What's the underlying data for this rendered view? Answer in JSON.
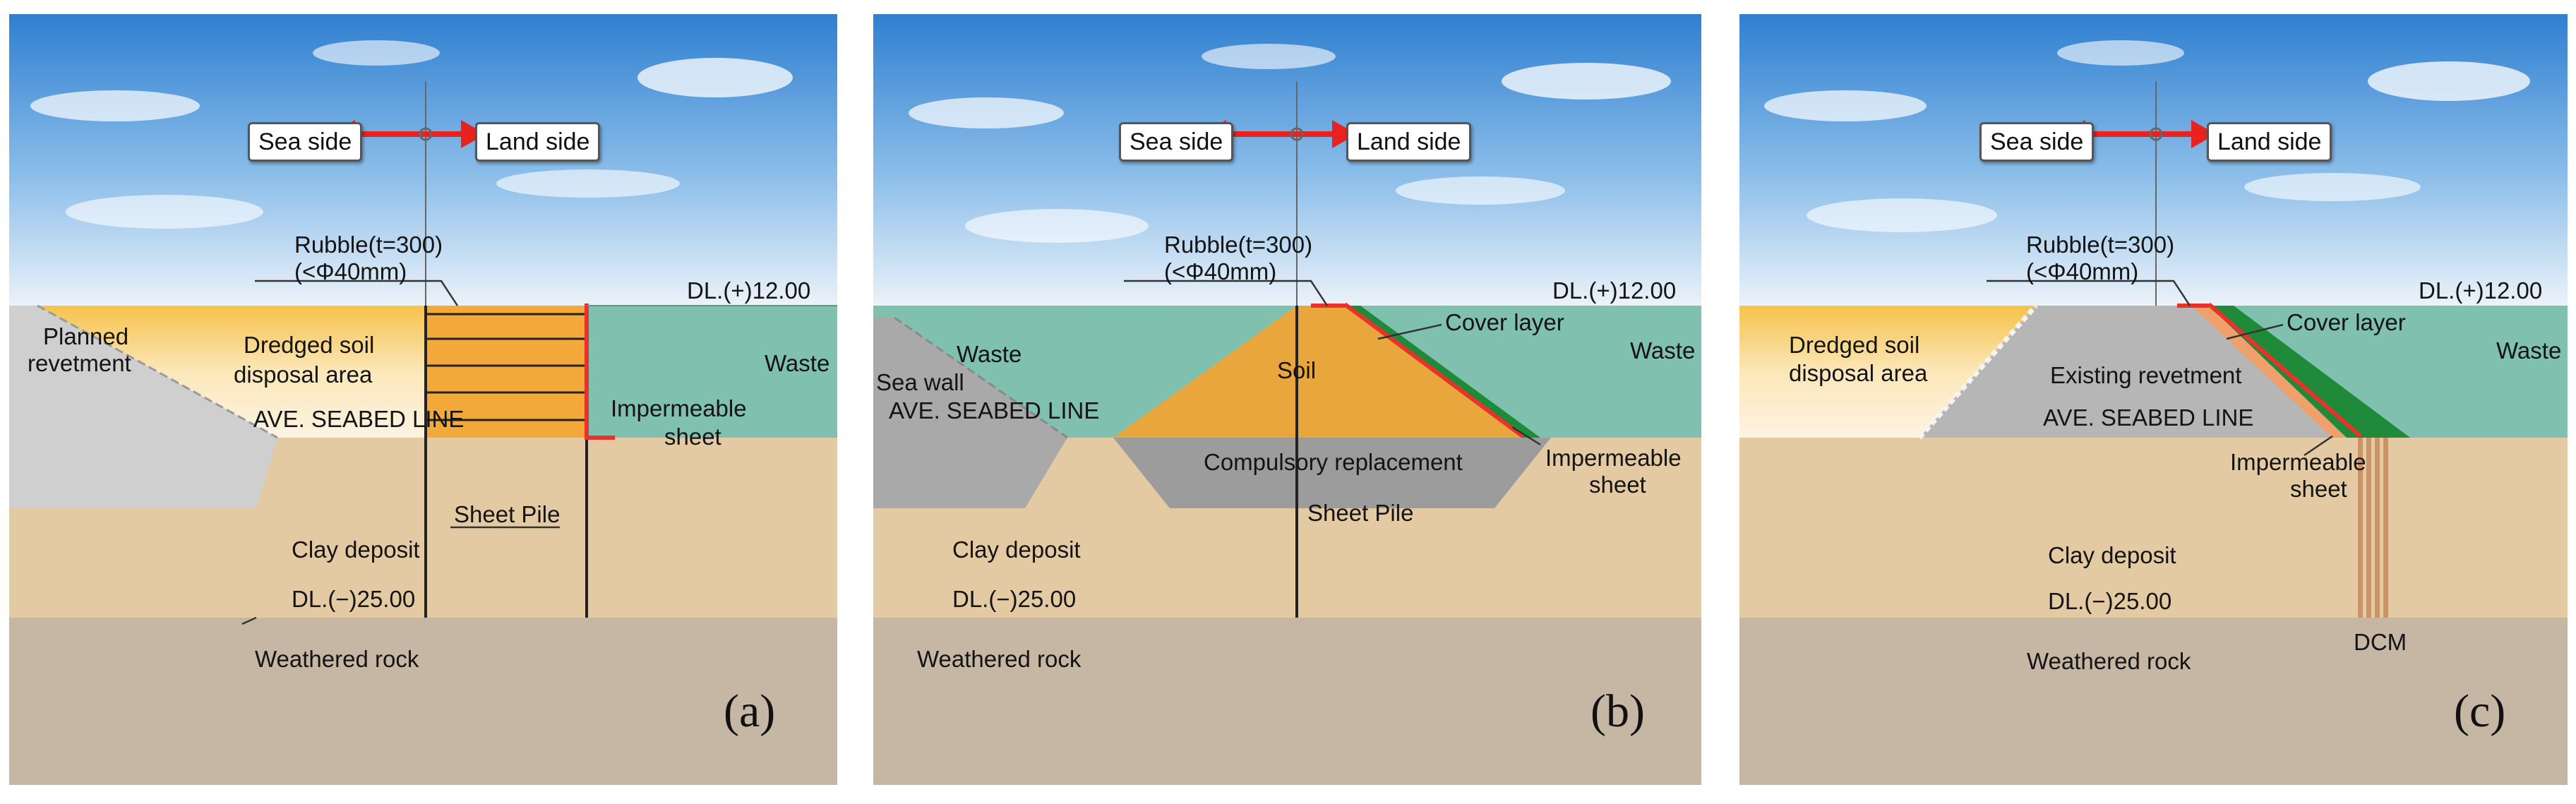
{
  "orientation": {
    "sea": "Sea side",
    "land": "Land side"
  },
  "common": {
    "rubble": "Rubble(t=300)",
    "rubble_size": "(<Φ40mm)",
    "dl_top": "DL.(+)12.00",
    "dl_bottom": "DL.(−)25.00",
    "clay": "Clay deposit",
    "rock": "Weathered rock",
    "waste": "Waste",
    "seabed": "AVE. SEABED LINE",
    "impermeable_1": "Impermeable",
    "impermeable_2": "sheet"
  },
  "panels": [
    {
      "tag": "(a)",
      "labels": {
        "planned_1": "Planned",
        "planned_2": "revetment",
        "dredged_1": "Dredged soil",
        "dredged_2": "disposal area",
        "sheet_pile": "Sheet Pile"
      }
    },
    {
      "tag": "(b)",
      "labels": {
        "soil": "Soil",
        "cover_layer": "Cover layer",
        "sea_wall": "Sea wall",
        "replacement": "Compulsory replacement",
        "sheet_pile": "Sheet Pile"
      }
    },
    {
      "tag": "(c)",
      "labels": {
        "dredged_1": "Dredged soil",
        "dredged_2": "disposal area",
        "existing": "Existing revetment",
        "cover_layer": "Cover layer",
        "dcm": "DCM"
      }
    }
  ],
  "colors": {
    "sky_top": "#2f7fd0",
    "sky_bottom": "#f4f7fb",
    "waste": "#7fc0ae",
    "clay": "#e3caa3",
    "rock": "#c6b7a4",
    "soil": "#e9a63c",
    "revetment": "#cfcfcf",
    "cover": "#1f8a3a",
    "impermeable": "#e8322a",
    "arrow": "#e8221e"
  }
}
